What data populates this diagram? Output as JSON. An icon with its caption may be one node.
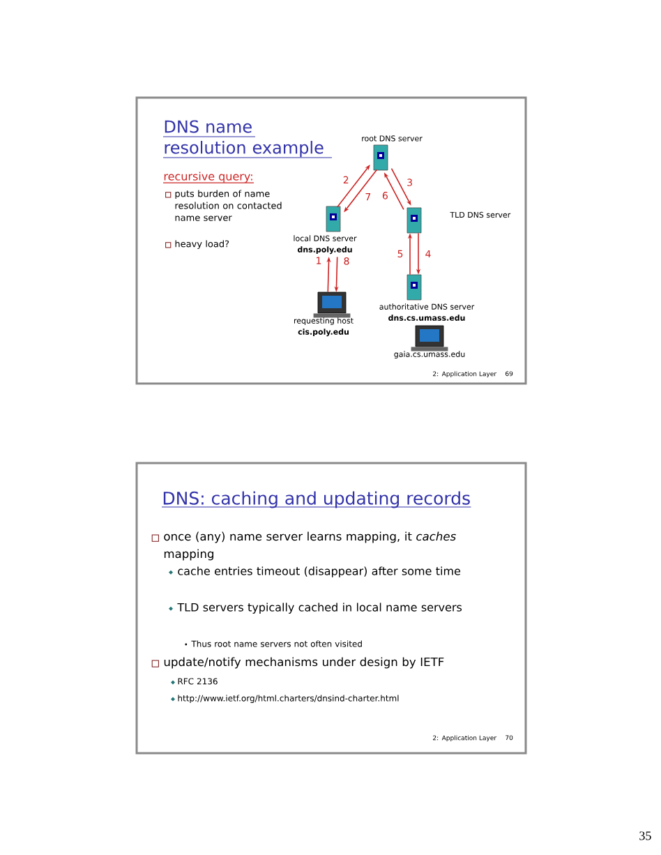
{
  "diagram": {
    "nodes": [
      {
        "text": [
          "root DNS server"
        ]
      },
      {
        "text": [
          "local DNS server",
          "dns.poly.edu"
        ]
      },
      {
        "text": [
          "TLD DNS server"
        ]
      },
      {
        "text": [
          "requesting host",
          "cis.poly.edu"
        ]
      },
      {
        "text": [
          "authoritative DNS server",
          "dns.cs.umass.edu"
        ]
      },
      {
        "text": [
          "gaia.cs.umass.edu"
        ]
      }
    ],
    "edges": [
      {
        "from": 3,
        "to": 1,
        "arrow": "to",
        "label": "1"
      },
      {
        "from": 1,
        "to": 0,
        "arrow": "to",
        "label": "2"
      },
      {
        "from": 0,
        "to": 2,
        "arrow": "to",
        "label": "3"
      },
      {
        "from": 2,
        "to": 4,
        "arrow": "to",
        "label": "4"
      },
      {
        "from": 4,
        "to": 2,
        "arrow": "to",
        "label": "5"
      },
      {
        "from": 2,
        "to": 0,
        "arrow": "to",
        "label": "6"
      },
      {
        "from": 0,
        "to": 1,
        "arrow": "to",
        "label": "7"
      },
      {
        "from": 1,
        "to": 3,
        "arrow": "to",
        "label": "8"
      }
    ],
    "labels": [
      "DNS name resolution example",
      "recursive query:",
      "puts burden of name resolution on contacted name server",
      "heavy load?",
      "2: Application Layer",
      "69",
      "DNS: caching and updating records",
      "once (any) name server learns mapping, it *caches* mapping",
      "cache entries timeout (disappear) after some time",
      "TLD servers typically cached in local name servers",
      "Thus root name servers not often visited",
      "update/notify mechanisms under design by IETF",
      "RFC 2136",
      "http://www.ietf.org/html.charters/dnsind-charter.html",
      "2: Application Layer",
      "70",
      "35"
    ]
  }
}
